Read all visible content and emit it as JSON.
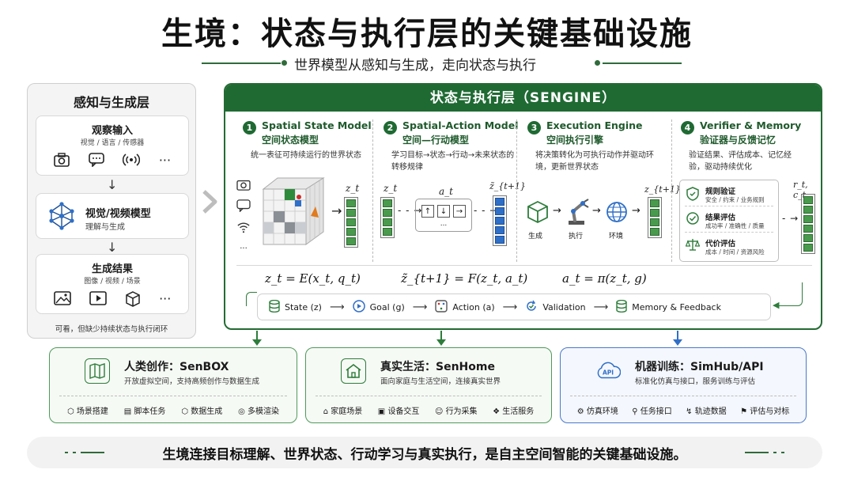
{
  "title": "生境：状态与执行层的关键基础设施",
  "subtitle": "世界模型从感知与生成，走向状态与执行",
  "left": {
    "heading": "感知与生成层",
    "observe": {
      "title": "观察输入",
      "sub": "视觉 / 语言 / 传感器",
      "icons": [
        "camera-icon",
        "chat-icon",
        "signal-icon",
        "ellipsis-icon"
      ]
    },
    "model": {
      "title": "视觉/视频模型",
      "sub": "理解与生成"
    },
    "result": {
      "title": "生成结果",
      "sub": "图像 / 视频 / 场景",
      "icons": [
        "image-icon",
        "play-icon",
        "cube-icon",
        "ellipsis-icon"
      ]
    },
    "note": "可看，但缺少持续状态与执行闭环"
  },
  "main": {
    "heading": "状态与执行层（SENGINE）",
    "cols": [
      {
        "num": "1",
        "en": "Spatial State Model",
        "zh": "空间状态模型",
        "desc": "统一表征可持续运行的世界状态"
      },
      {
        "num": "2",
        "en": "Spatial-Action Model",
        "zh": "空间—行动模型",
        "desc": "学习目标→状态→行动→未来状态的转移规律"
      },
      {
        "num": "3",
        "en": "Execution Engine",
        "zh": "空间执行引擎",
        "desc": "将决策转化为可执行动作并驱动环境，更新世界状态"
      },
      {
        "num": "4",
        "en": "Verifier & Memory",
        "zh": "验证器与反馈记忆",
        "desc": "验证结果、评估成本、记忆经验，驱动持续优化"
      }
    ],
    "col1_label": "z_t",
    "col2": {
      "z_in": "z_t",
      "a": "a_t",
      "z_out": "z̃_{t+1}",
      "ellipsis": "..."
    },
    "col3": {
      "z_out": "z_{t+1}",
      "labels": [
        "生成",
        "执行",
        "环境"
      ]
    },
    "col4": {
      "items": [
        {
          "title": "规则验证",
          "sub": "安全 / 约束 / 业务规则"
        },
        {
          "title": "结果评估",
          "sub": "成功率 / 准确性 / 质量"
        },
        {
          "title": "代价评估",
          "sub": "成本 / 时间 / 资源风险"
        }
      ],
      "out_label": "r_t, c_t"
    },
    "formulas": [
      "z_t = E(x_t, q_t)",
      "z̃_{t+1} = F(z_t, a_t)",
      "a_t = π(z_t, g)"
    ],
    "flow": [
      {
        "label": "State (z)",
        "icon": "database-icon"
      },
      {
        "label": "Goal (g)",
        "icon": "play-circle-icon"
      },
      {
        "label": "Action (a)",
        "icon": "dice-icon"
      },
      {
        "label": "Validation",
        "icon": "refresh-check-icon"
      },
      {
        "label": "Memory & Feedback",
        "icon": "database-icon"
      }
    ],
    "left_ellipsis": "..."
  },
  "bottom": [
    {
      "title": "人类创作：SenBOX",
      "sub": "开放虚拟空间，支持高频创作与数据生成",
      "items": [
        "场景搭建",
        "脚本任务",
        "数据生成",
        "多模渲染"
      ]
    },
    {
      "title": "真实生活：SenHome",
      "sub": "面向家庭与生活空间，连接真实世界",
      "items": [
        "家庭场景",
        "设备交互",
        "行为采集",
        "生活服务"
      ]
    },
    {
      "title": "机器训练：SimHub/API",
      "sub": "标准化仿真与接口，服务训练与评估",
      "items": [
        "仿真环境",
        "任务接口",
        "轨迹数据",
        "评估与对标"
      ]
    }
  ],
  "footer": "生境连接目标理解、世界状态、行动学习与真实执行，是自主空间智能的关键基础设施。",
  "colors": {
    "green_dark": "#1f6a33",
    "blue": "#2f6fc7"
  }
}
